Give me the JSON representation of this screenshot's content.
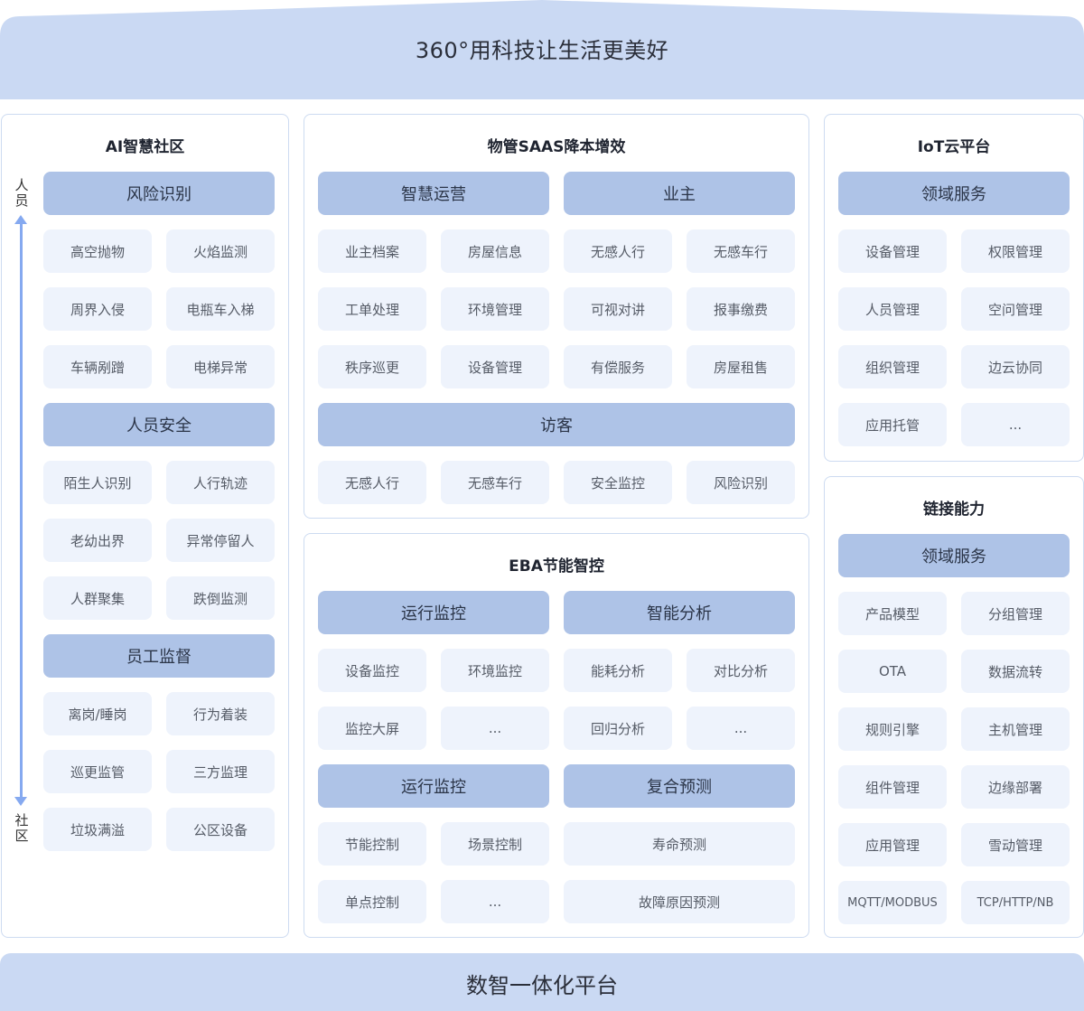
{
  "header": {
    "title": "360°用科技让生活更美好"
  },
  "footer": {
    "title": "数智一体化平台"
  },
  "ai_community": {
    "title": "AI智慧社区",
    "axis_top": "人员",
    "axis_bottom": "社区",
    "sections": [
      {
        "label": "风险识别",
        "items": [
          "高空抛物",
          "火焰监测",
          "周界入侵",
          "电瓶车入梯",
          "车辆剐蹭",
          "电梯异常"
        ]
      },
      {
        "label": "人员安全",
        "items": [
          "陌生人识别",
          "人行轨迹",
          "老幼出界",
          "异常停留人",
          "人群聚集",
          "跌倒监测"
        ]
      },
      {
        "label": "员工监督",
        "items": [
          "离岗/睡岗",
          "行为着装",
          "巡更监管",
          "三方监理",
          "垃圾满溢",
          "公区设备"
        ]
      }
    ]
  },
  "saas": {
    "title": "物管SAAS降本增效",
    "left_header": "智慧运营",
    "left_items": [
      "业主档案",
      "房屋信息",
      "工单处理",
      "环境管理",
      "秩序巡更",
      "设备管理"
    ],
    "right_header": "业主",
    "right_items": [
      "无感人行",
      "无感车行",
      "可视对讲",
      "报事缴费",
      "有偿服务",
      "房屋租售"
    ],
    "visitor_header": "访客",
    "visitor_items": [
      "无感人行",
      "无感车行",
      "安全监控",
      "风险识别"
    ]
  },
  "eba": {
    "title": "EBA节能智控",
    "blocks": [
      {
        "label": "运行监控",
        "items": [
          "设备监控",
          "环境监控",
          "监控大屏",
          "..."
        ]
      },
      {
        "label": "智能分析",
        "items": [
          "能耗分析",
          "对比分析",
          "回归分析",
          "..."
        ]
      },
      {
        "label": "运行监控",
        "items": [
          "节能控制",
          "场景控制",
          "单点控制",
          "..."
        ]
      },
      {
        "label": "复合预测",
        "items": [
          "寿命预测",
          "故障原因预测"
        ]
      }
    ]
  },
  "iot": {
    "title": "IoT云平台",
    "header": "领域服务",
    "items": [
      "设备管理",
      "权限管理",
      "人员管理",
      "空问管理",
      "组织管理",
      "边云协同",
      "应用托管",
      "..."
    ]
  },
  "link": {
    "title": "链接能力",
    "header": "领域服务",
    "items": [
      "产品模型",
      "分组管理",
      "OTA",
      "数据流转",
      "规则引擎",
      "主机管理",
      "组件管理",
      "边缘部署",
      "应用管理",
      "雪动管理",
      "MQTT/MODBUS",
      "TCP/HTTP/NB"
    ]
  }
}
